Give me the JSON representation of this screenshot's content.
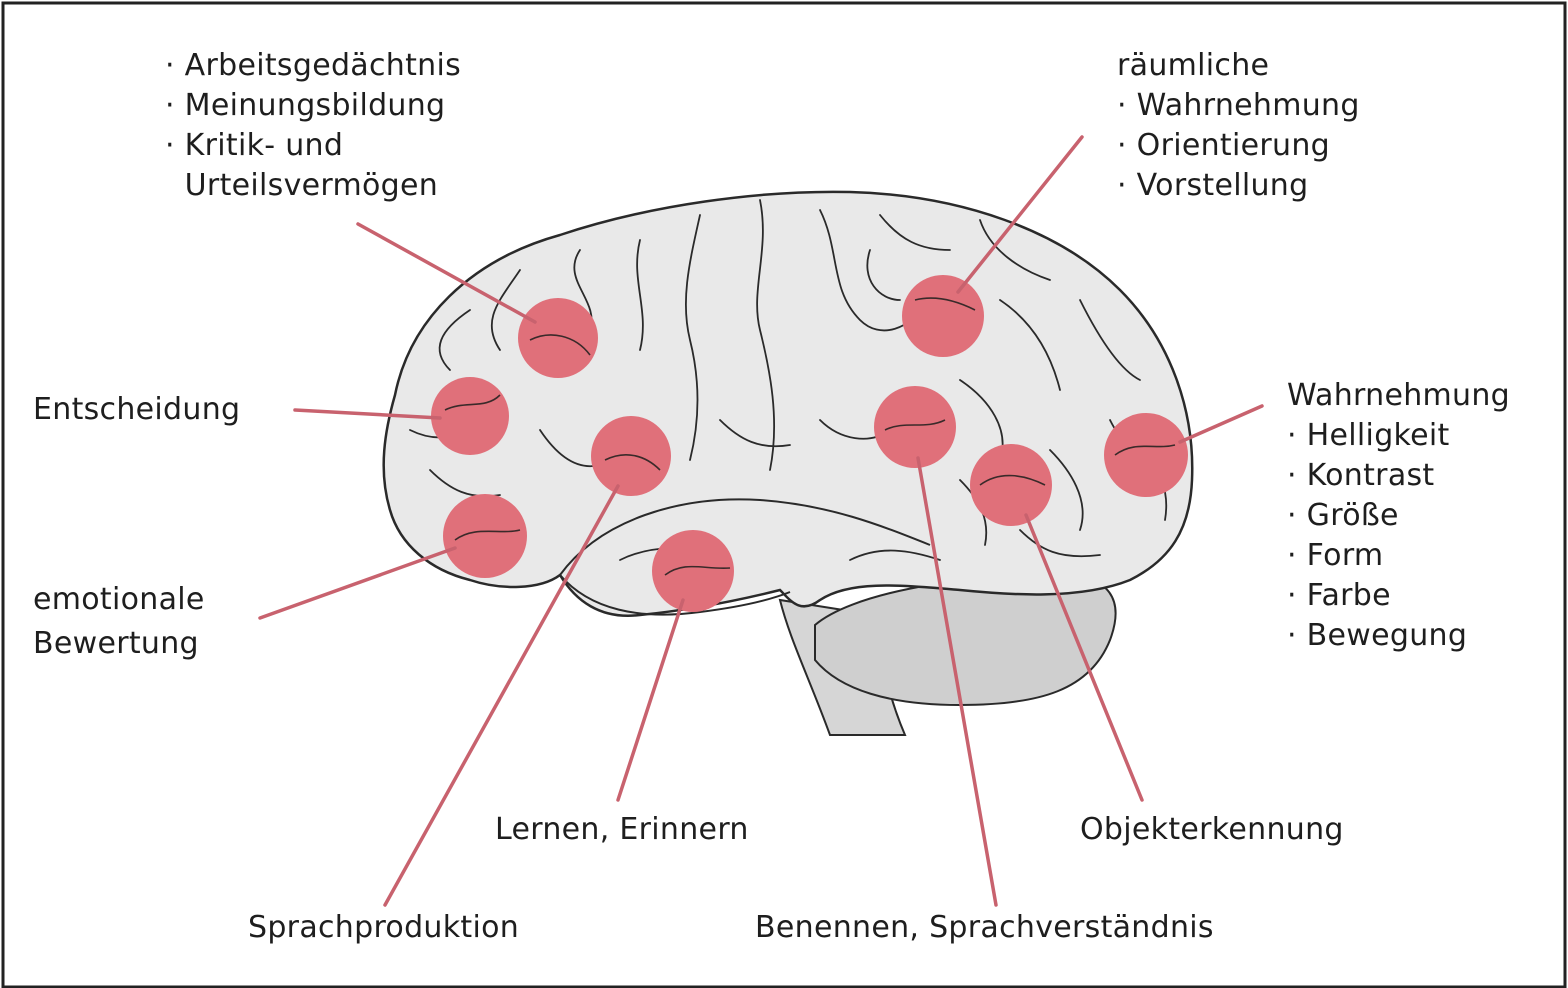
{
  "labels": {
    "frontal": [
      "· Arbeitsgedächtnis",
      "· Meinungsbildung",
      "· Kritik- und",
      "  Urteilsvermögen"
    ],
    "spatial": [
      "räumliche",
      "· Wahrnehmung",
      "· Orientierung",
      "· Vorstellung"
    ],
    "decision": [
      "Entscheidung"
    ],
    "emotion": [
      "emotionale",
      "Bewertung"
    ],
    "visual": [
      "Wahrnehmung",
      "· Helligkeit",
      "· Kontrast",
      "· Größe",
      "· Form",
      "· Farbe",
      "· Bewegung"
    ],
    "learning": [
      "Lernen, Erinnern"
    ],
    "object": [
      "Objekterkennung"
    ],
    "speech_prod": [
      "Sprachproduktion"
    ],
    "naming": [
      "Benennen, Sprachverständnis"
    ]
  },
  "colors": {
    "spot": "#e0707a",
    "leader": "#c8626e",
    "brain_fill": "#e9e9e9",
    "brain_stroke": "#2a2a2a",
    "cerebellum": "#cfcfcf",
    "frame": "#222222"
  }
}
